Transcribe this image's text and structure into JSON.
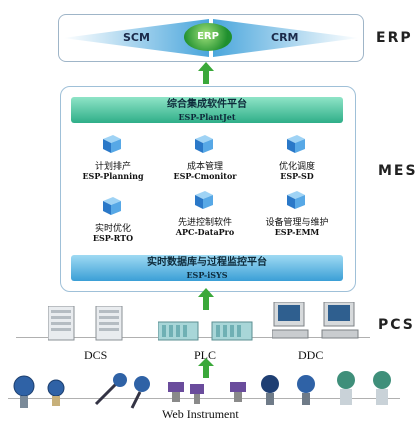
{
  "layers": {
    "erp": "ERP",
    "mes": "MES",
    "pcs": "PCS"
  },
  "erp": {
    "left": "SCM",
    "center": "ERP",
    "right": "CRM"
  },
  "mes": {
    "top_bar": {
      "title": "综合集成软件平台",
      "subtitle": "ESP-PlantJet"
    },
    "bottom_bar": {
      "title": "实时数据库与过程监控平台",
      "subtitle": "ESP-iSYS"
    },
    "modules": [
      {
        "title": "计划排产",
        "subtitle": "ESP-Planning"
      },
      {
        "title": "成本管理",
        "subtitle": "ESP-Cmonitor"
      },
      {
        "title": "优化调度",
        "subtitle": "ESP-SD"
      },
      {
        "title": "实时优化",
        "subtitle": "ESP-RTO"
      },
      {
        "title": "先进控制软件",
        "subtitle": "APC-DataPro"
      },
      {
        "title": "设备管理与维护",
        "subtitle": "ESP-EMM"
      }
    ]
  },
  "pcs": {
    "devices": [
      "DCS",
      "PLC",
      "DDC"
    ],
    "field": "Web Instrument"
  },
  "colors": {
    "arrow": "#3aa83a",
    "bar": "#4fc6a6",
    "cube": "#2a78c8"
  }
}
